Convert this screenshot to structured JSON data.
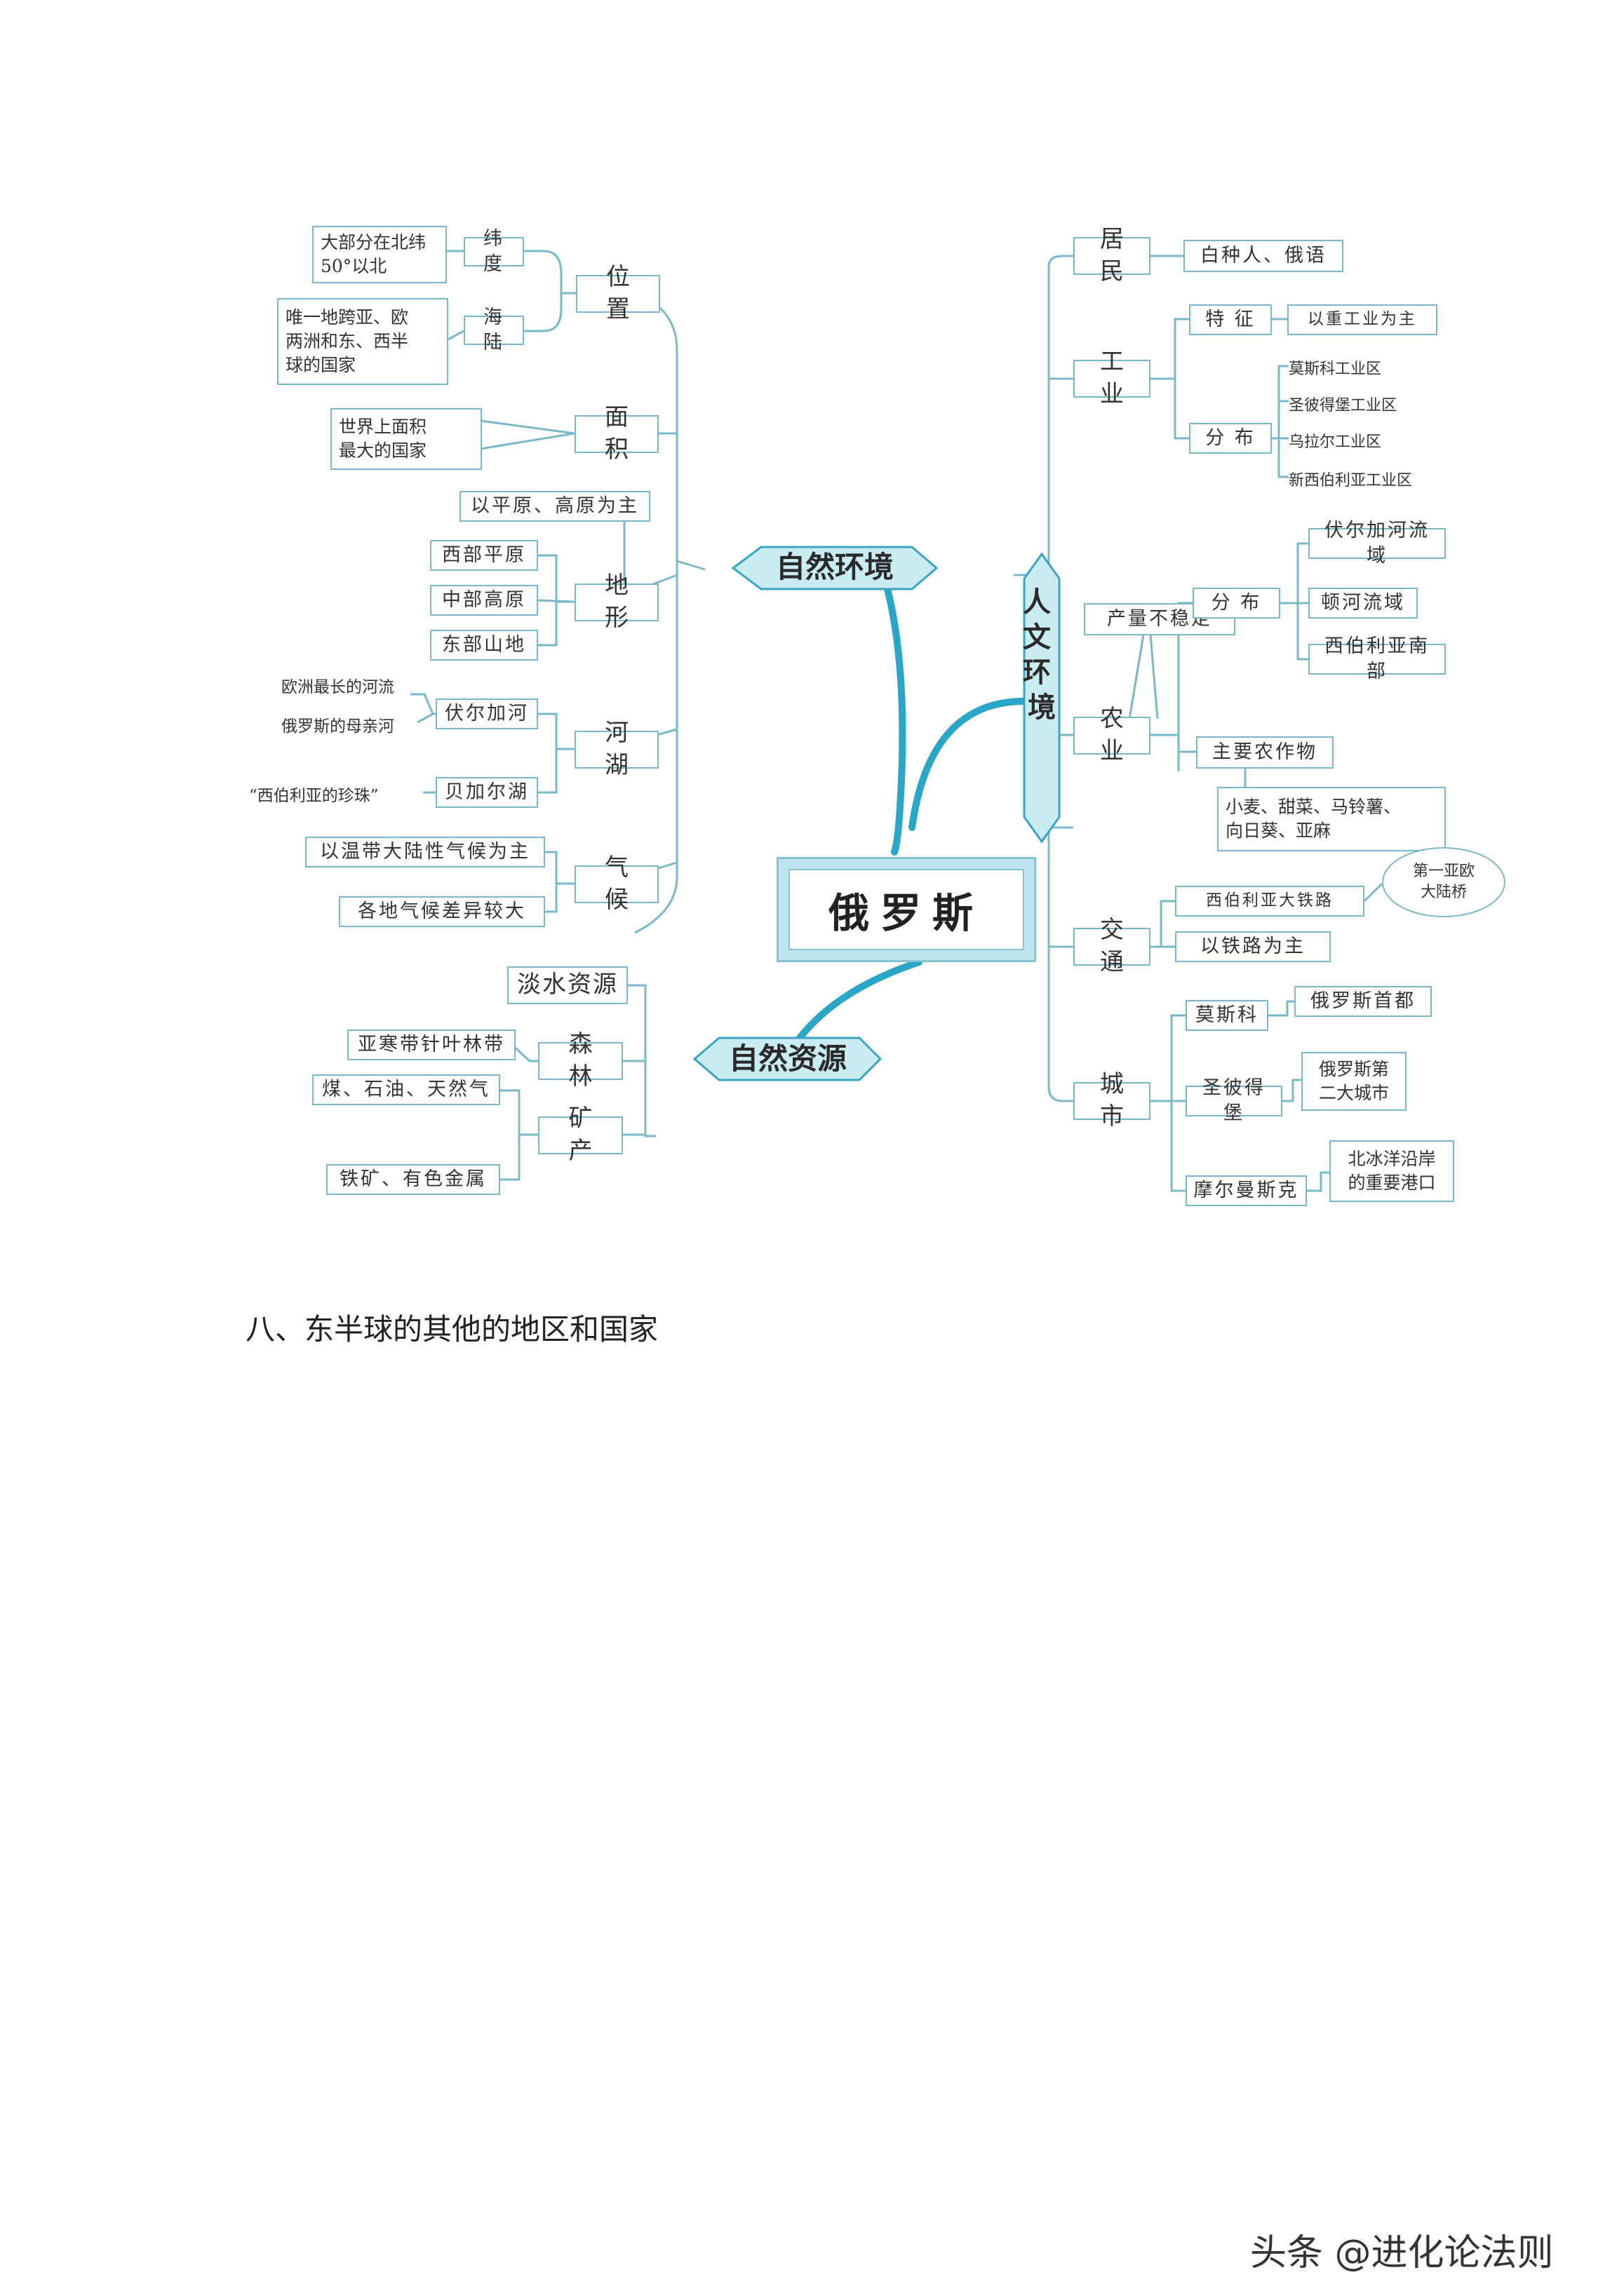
{
  "center": "俄罗斯",
  "branches": {
    "natural_env": "自然环境",
    "human_env": "人文环境",
    "natural_res": "自然资源"
  },
  "natural_env": {
    "location": {
      "label": "位 置",
      "latitude": "纬 度",
      "latitude_note": [
        "大部分在北纬",
        "50°以北"
      ],
      "sea_land": "海 陆",
      "sea_land_note": [
        "唯一地跨亚、欧",
        "两洲和东、西半",
        "球的国家"
      ]
    },
    "area": {
      "label": "面 积",
      "note": [
        "世界上面积",
        "最大的国家"
      ]
    },
    "terrain": {
      "label": "地 形",
      "main": "以平原、高原为主",
      "items": [
        "西部平原",
        "中部高原",
        "东部山地"
      ]
    },
    "rivers_lakes": {
      "label": "河 湖",
      "volga": "伏尔加河",
      "volga_notes": [
        "欧洲最长的河流",
        "俄罗斯的母亲河"
      ],
      "baikal": "贝加尔湖",
      "baikal_note": "“西伯利亚的珍珠”"
    },
    "climate": {
      "label": "气 候",
      "items": [
        "以温带大陆性气候为主",
        "各地气候差异较大"
      ]
    }
  },
  "human_env": {
    "residents": {
      "label": "居 民",
      "note": "白种人、俄语"
    },
    "industry": {
      "label": "工 业",
      "feature": "特 征",
      "feature_note": "以重工业为主",
      "distribution": "分 布",
      "regions": [
        "莫斯科工业区",
        "圣彼得堡工业区",
        "乌拉尔工业区",
        "新西伯利亚工业区"
      ]
    },
    "agriculture": {
      "label": "农 业",
      "unstable": "产量不稳定",
      "distribution": "分 布",
      "regions": [
        "伏尔加河流域",
        "顿河流域",
        "西伯利亚南部"
      ],
      "crops_label": "主要农作物",
      "crops": [
        "小麦、甜菜、马铃薯、",
        "向日葵、亚麻"
      ]
    },
    "transport": {
      "label": "交 通",
      "railway": "西伯利亚大铁路",
      "bridge": [
        "第一亚欧",
        "大陆桥"
      ],
      "main": "以铁路为主"
    },
    "cities": {
      "label": "城 市",
      "moscow": "莫斯科",
      "moscow_note": "俄罗斯首都",
      "spb": "圣彼得堡",
      "spb_note": [
        "俄罗斯第",
        "二大城市"
      ],
      "murmansk": "摩尔曼斯克",
      "murmansk_note": [
        "北冰洋沿岸",
        "的重要港口"
      ]
    }
  },
  "natural_res": {
    "water": "淡水资源",
    "forest": "森 林",
    "forest_note": "亚寒带针叶林带",
    "minerals": "矿 产",
    "mineral_items": [
      "煤、石油、天然气",
      "铁矿、有色金属"
    ]
  },
  "heading": "八、东半球的其他的地区和国家",
  "watermark": "头条 @进化论法则"
}
